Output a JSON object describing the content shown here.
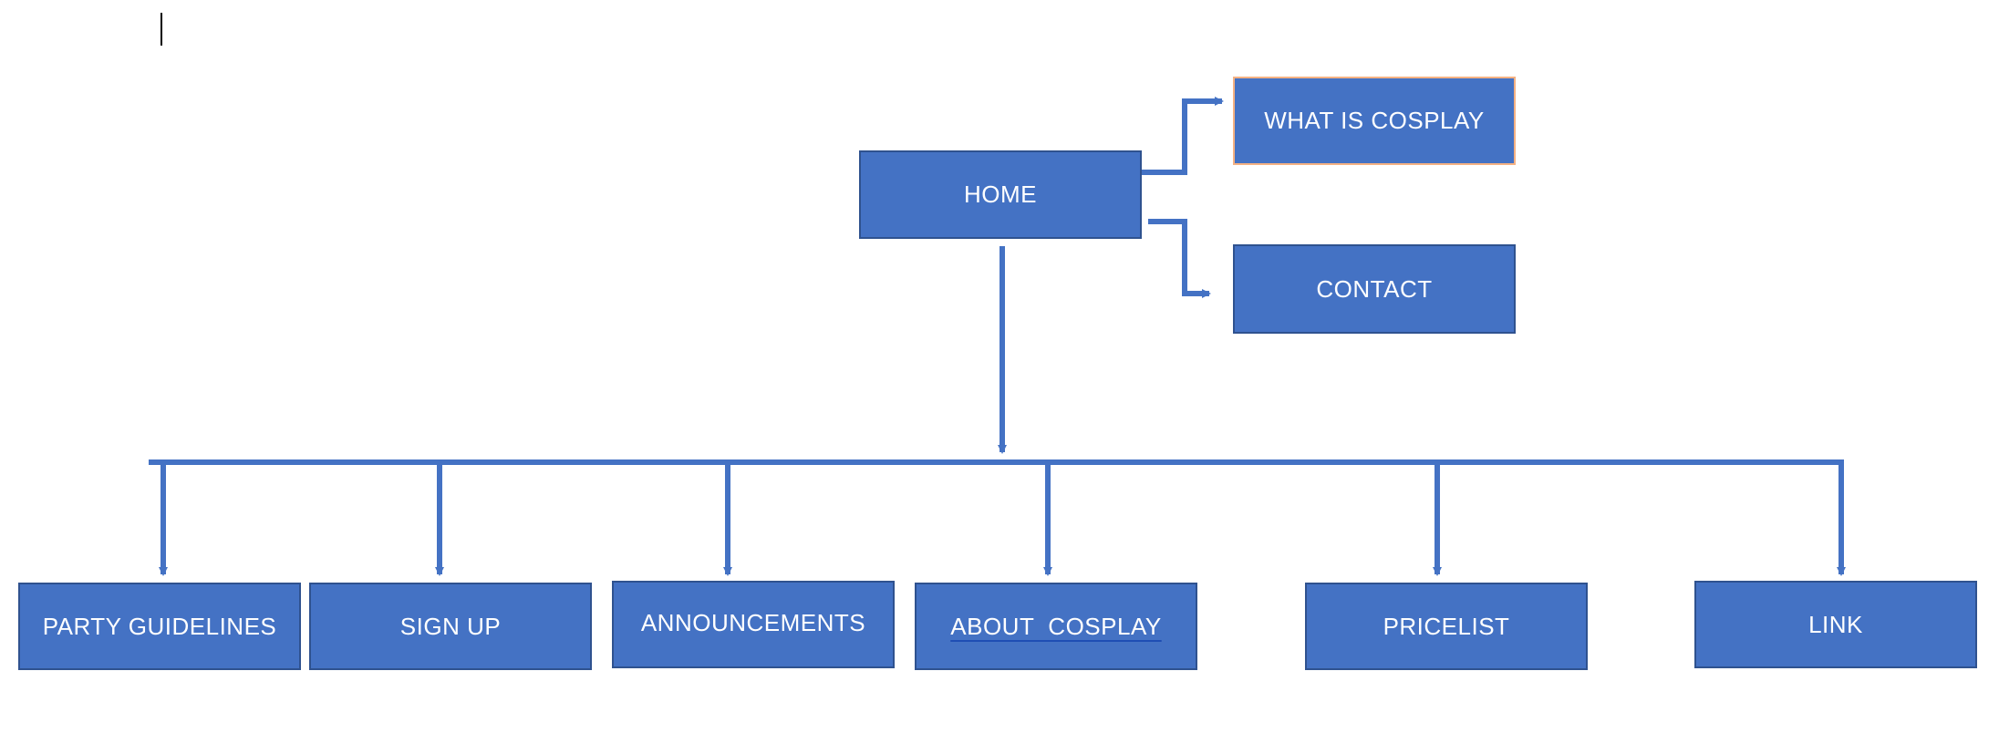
{
  "nodes": {
    "home": "HOME",
    "what_is_cosplay": "WHAT IS COSPLAY",
    "contact": "CONTACT",
    "party_guidelines": "PARTY GUIDELINES",
    "sign_up": "SIGN UP",
    "announcements": "ANNOUNCEMENTS",
    "about_cosplay": "ABOUT  COSPLAY",
    "pricelist": "PRICELIST",
    "link": "LINK"
  },
  "colors": {
    "box_fill": "#4472c4",
    "box_border": "#2f528f",
    "connector": "#4472c4",
    "selected_border": "#f4b183",
    "text": "#ffffff"
  }
}
